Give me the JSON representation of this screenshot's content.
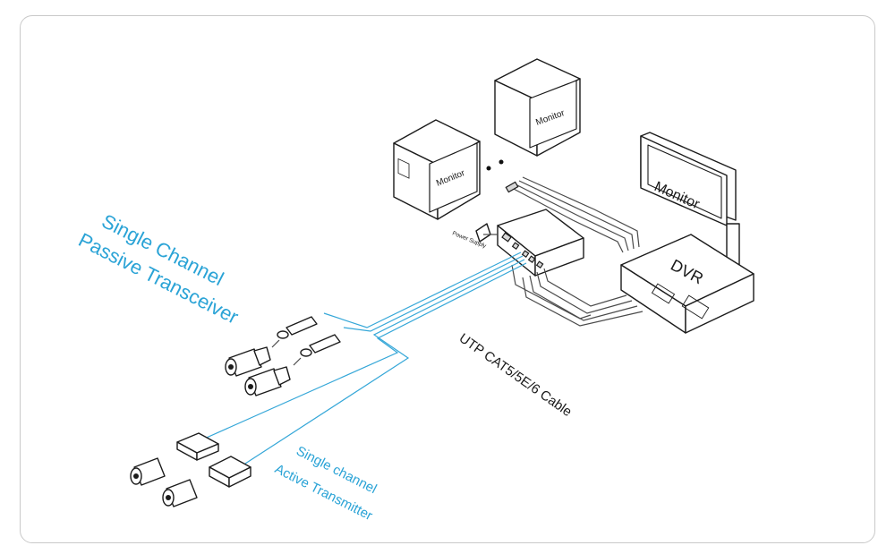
{
  "labels": {
    "passive_line1": "Single Channel",
    "passive_line2": "Passive Transceiver",
    "active_line1": "Single channel",
    "active_line2": "Active Transmitter",
    "cable": "UTP CAT5/5E/6 Cable",
    "monitor_left": "Monitor",
    "monitor_mid": "Monitor",
    "monitor_right": "Monitor",
    "dvr": "DVR",
    "power_supply": "Power Supply"
  },
  "colors": {
    "accent_blue": "#2aa3d6",
    "line_dark": "#1b1b1b",
    "frame_border": "#c9c9c9"
  }
}
